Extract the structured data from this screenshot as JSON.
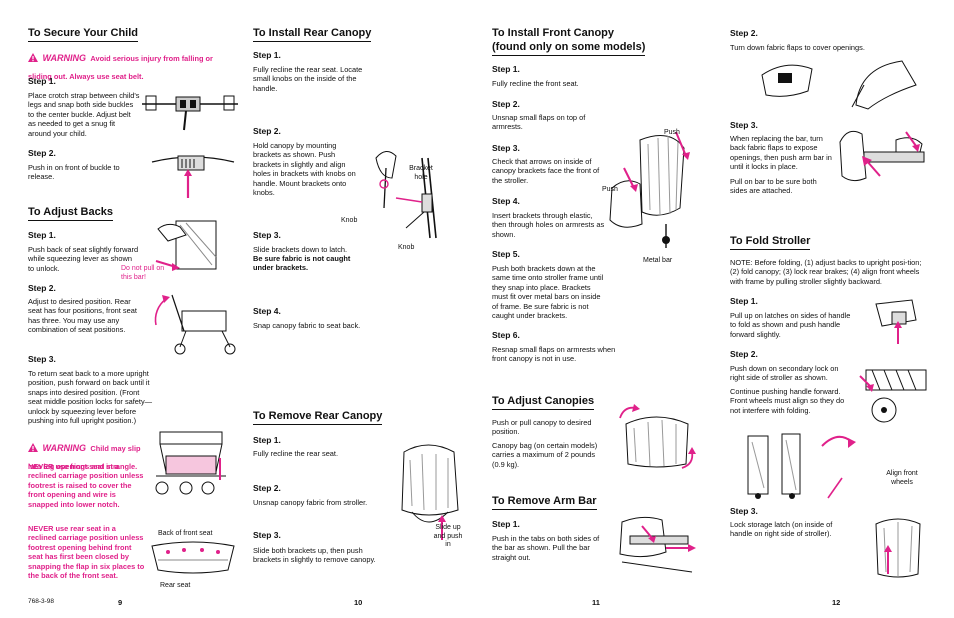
{
  "p9": {
    "title": "To Secure Your Child",
    "warning_word": "WARNING",
    "warning_text": "Avoid serious injury from falling or sliding out. Always use seat belt.",
    "step1_label": "Step 1.",
    "step1_text": "Place crotch strap between child's legs and snap both side buckles to the center buckle. Adjust belt as needed to get a snug fit around your child.",
    "step2_label": "Step 2.",
    "step2_text": "Push in on front of buckle to release.",
    "backs_title": "To Adjust Backs",
    "b_step1_label": "Step 1.",
    "b_step1_text": "Push back of seat slightly forward while squeezing lever as shown to unlock.",
    "b_caption": "Do not pull on this bar!",
    "b_step2_label": "Step 2.",
    "b_step2_text": "Adjust to desired position. Rear seat has four positions, front seat has three. You may use any combination of seat positions.",
    "b_step3_label": "Step 3.",
    "b_step3_text": "To return seat back to a more upright position, push forward on back until it snaps into desired position. (Front seat middle position locks for safety—unlock by squeezing lever before pushing into full upright position.)",
    "warn2_word": "WARNING",
    "warn2_text": "Child may slip into leg openings and strangle.",
    "never1": "NEVER use front seat in a reclined carriage position unless footrest is raised to cover the front opening and wire is snapped into lower notch.",
    "never2": "NEVER use rear seat in a reclined carriage position unless footrest opening behind front seat has first been closed by snapping the flap in six places to the back of the front seat.",
    "cap_back": "Back of front seat",
    "cap_rear": "Rear seat",
    "doc_code": "768-3-98",
    "page_num": "9"
  },
  "p10": {
    "title": "To Install Rear Canopy",
    "step1_label": "Step 1.",
    "step1_text": "Fully recline the rear seat. Locate small knobs on the inside of the handle.",
    "step2_label": "Step 2.",
    "step2_text": "Hold canopy by mounting brackets as shown. Push brackets in slightly and align holes in brackets with knobs on handle. Mount brackets onto knobs.",
    "cap_bracket": "Bracket hole",
    "cap_knob1": "Knob",
    "cap_knob2": "Knob",
    "step3_label": "Step 3.",
    "step3_text": "Slide brackets down to latch.",
    "step3_bold": "Be sure fabric is not caught under brackets.",
    "step4_label": "Step 4.",
    "step4_text": "Snap canopy fabric to seat back.",
    "remove_title": "To Remove Rear Canopy",
    "r_step1_label": "Step 1.",
    "r_step1_text": "Fully recline the rear seat.",
    "r_step2_label": "Step 2.",
    "r_step2_text": "Unsnap canopy fabric from stroller.",
    "r_step3_label": "Step 3.",
    "r_step3_text": "Slide both brackets up, then push brackets in slightly to remove canopy.",
    "cap_slide": "Slide up and push in",
    "page_num": "10"
  },
  "p11": {
    "title_line1": "To Install Front Canopy",
    "title_line2": "(found only on some models)",
    "step1_label": "Step 1.",
    "step1_text": "Fully recline the front seat.",
    "step2_label": "Step 2.",
    "step2_text": "Unsnap small flaps on top of armrests.",
    "step3_label": "Step 3.",
    "step3_text": "Check that arrows on inside of canopy brackets face the front of the stroller.",
    "step4_label": "Step 4.",
    "step4_text": "Insert brackets through elastic, then through holes on armrests as shown.",
    "step5_label": "Step 5.",
    "step5_text": "Push both brackets down at the same time onto stroller frame until they snap into place. Brackets must fit over metal bars on inside of frame. Be sure fabric is not caught under brackets.",
    "step6_label": "Step 6.",
    "step6_text": "Resnap small flaps on armrests when front canopy is not in use.",
    "cap_push1": "Push",
    "cap_push2": "Push",
    "cap_metal": "Metal bar",
    "canopies_title": "To Adjust Canopies",
    "c_text1": "Push or pull canopy to desired position.",
    "c_text2": "Canopy bag (on certain models) carries a maximum of 2 pounds (0.9 kg).",
    "arm_title": "To Remove Arm Bar",
    "a_step1_label": "Step 1.",
    "a_step1_text": "Push in the tabs on both sides of the bar as shown. Pull the bar straight out.",
    "page_num": "11"
  },
  "p12": {
    "step2_label": "Step 2.",
    "step2_text": "Turn down fabric flaps to cover openings.",
    "step3_label": "Step 3.",
    "step3_text1": "When replacing the bar, turn back fabric flaps to expose openings, then push arm bar in until it locks in place.",
    "step3_text2": "Pull on bar to be sure both sides are attached.",
    "fold_title": "To Fold Stroller",
    "note": "NOTE: Before folding, (1) adjust backs to upright posi-tion; (2) fold canopy; (3) lock rear brakes; (4) align front wheels with frame by pulling stroller slightly backward.",
    "f_step1_label": "Step 1.",
    "f_step1_text": "Pull up on latches on sides of handle to fold as shown and push handle forward slightly.",
    "f_step2_label": "Step 2.",
    "f_step2_text1": "Push down on secondary lock on right side of stroller as shown.",
    "f_step2_text2": "Continue pushing handle forward. Front wheels must align so they do not interfere with folding.",
    "cap_align": "Align front wheels",
    "f_step3_label": "Step 3.",
    "f_step3_text": "Lock storage latch (on inside of handle on right side of stroller).",
    "page_num": "12"
  },
  "colors": {
    "accent": "#e0218a",
    "ink": "#111111"
  },
  "icons": [
    "warning-triangle-icon"
  ]
}
